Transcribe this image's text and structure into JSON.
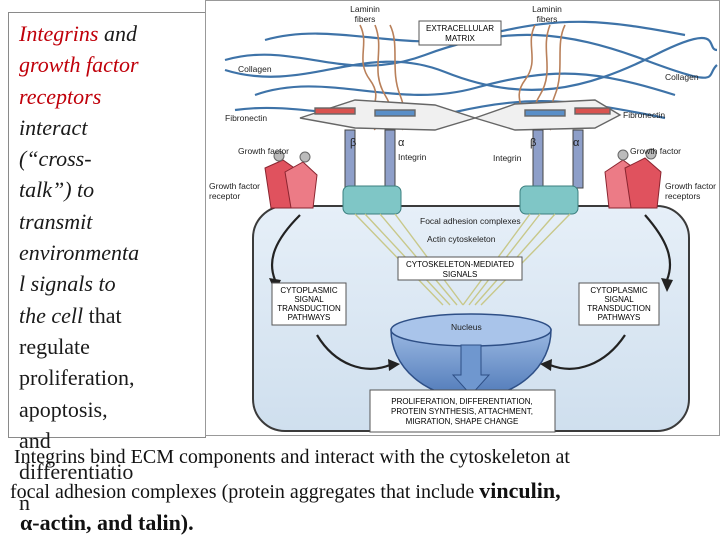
{
  "left_text": {
    "l1a": "Integrins",
    "l1b": " and",
    "l2": "growth factor",
    "l3": "receptors",
    "l4": " interact",
    "l5": " (“cross-",
    "l6": "talk”) to",
    "l7": "transmit",
    "l8": " environmenta",
    "l9": "l signals to",
    "l10a": "the cell",
    "l10b": " that",
    "l11": "regulate",
    "l12": "proliferation,",
    "l13": "apoptosis,",
    "l14": "and",
    "l15": " differentiatio",
    "l16": "n"
  },
  "diagram": {
    "laminin_left": [
      "Laminin",
      "fibers"
    ],
    "laminin_right": [
      "Laminin",
      "fibers"
    ],
    "ecm": [
      "EXTRACELLULAR",
      "MATRIX"
    ],
    "collagen_left": "Collagen",
    "collagen_right": "Collagen",
    "fibronectin_left": "Fibronectin",
    "fibronectin_right": "Fibronectin",
    "beta_left": "β",
    "alpha_left": "α",
    "beta_right": "β",
    "alpha_right": "α",
    "gf_left": "Growth factor",
    "gf_right": "Growth factor",
    "integrin_left": "Integrin",
    "integrin_right": "Integrin",
    "gfr_left": [
      "Growth factor",
      "receptor"
    ],
    "gfr_right": [
      "Growth factor",
      "receptors"
    ],
    "focal": "Focal adhesion complexes",
    "actin": "Actin cytoskeleton",
    "csm": [
      "CYTOSKELETON-MEDIATED",
      "SIGNALS"
    ],
    "cst_left": [
      "CYTOPLASMIC",
      "SIGNAL",
      "TRANSDUCTION",
      "PATHWAYS"
    ],
    "cst_right": [
      "CYTOPLASMIC",
      "SIGNAL",
      "TRANSDUCTION",
      "PATHWAYS"
    ],
    "nucleus": "Nucleus",
    "outcome": [
      "PROLIFERATION, DIFFERENTIATION,",
      "PROTEIN SYNTHESIS, ATTACHMENT,",
      "MIGRATION, SHAPE CHANGE"
    ]
  },
  "caption": {
    "line1": "Integrins bind ECM components and interact with the cytoskeleton at",
    "line2": "focal adhesion complexes (protein aggregates that include ",
    "line2_bold": "vinculin,",
    "line3": "α-actin, and talin)."
  },
  "colors": {
    "accent_red": "#c0000a",
    "cell_fill": "#dbe8f4",
    "nucleus": "#6f97cf",
    "adhesion": "#7fc6c6",
    "fibers": "#3e73a8",
    "receptor": "#e0525e"
  }
}
